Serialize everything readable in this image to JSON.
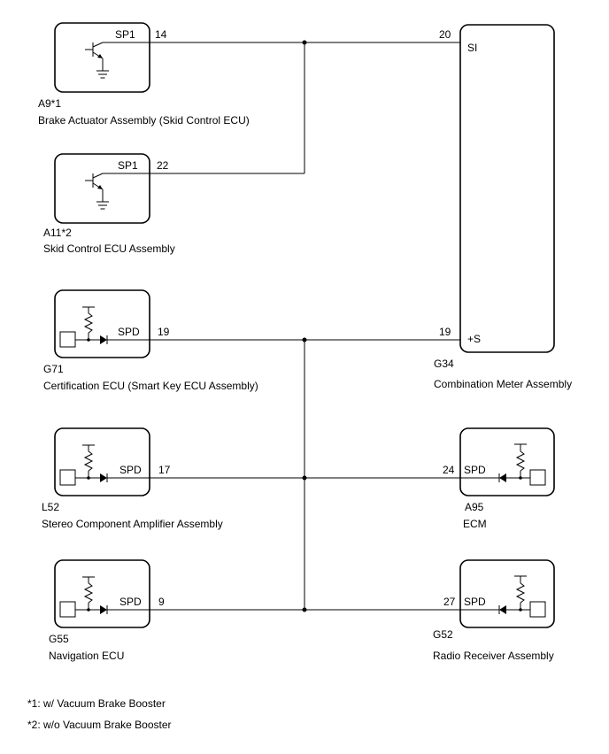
{
  "components": {
    "brake_actuator": {
      "code": "A9*1",
      "name": "Brake Actuator Assembly (Skid Control ECU)",
      "terminal": "SP1",
      "pin": "14"
    },
    "skid_control": {
      "code": "A11*2",
      "name": "Skid Control ECU Assembly",
      "terminal": "SP1",
      "pin": "22"
    },
    "certification": {
      "code": "G71",
      "name": "Certification ECU (Smart Key ECU Assembly)",
      "terminal": "SPD",
      "pin": "19"
    },
    "stereo_amp": {
      "code": "L52",
      "name": "Stereo Component Amplifier Assembly",
      "terminal": "SPD",
      "pin": "17"
    },
    "navigation": {
      "code": "G55",
      "name": "Navigation ECU",
      "terminal": "SPD",
      "pin": "9"
    },
    "combination_meter": {
      "code": "G34",
      "name": "Combination Meter Assembly",
      "terminal_si": "SI",
      "pin_si": "20",
      "terminal_s": "+S",
      "pin_s": "19"
    },
    "ecm": {
      "code": "A95",
      "name": "ECM",
      "terminal": "SPD",
      "pin": "24"
    },
    "radio": {
      "code": "G52",
      "name": "Radio Receiver Assembly",
      "terminal": "SPD",
      "pin": "27"
    }
  },
  "footnotes": [
    "*1: w/ Vacuum Brake Booster",
    "*2: w/o Vacuum Brake Booster"
  ],
  "icons": {
    "transistor": "npn-transistor-ground-icon",
    "pullup_diode": "pullup-resistor-diode-icon"
  }
}
